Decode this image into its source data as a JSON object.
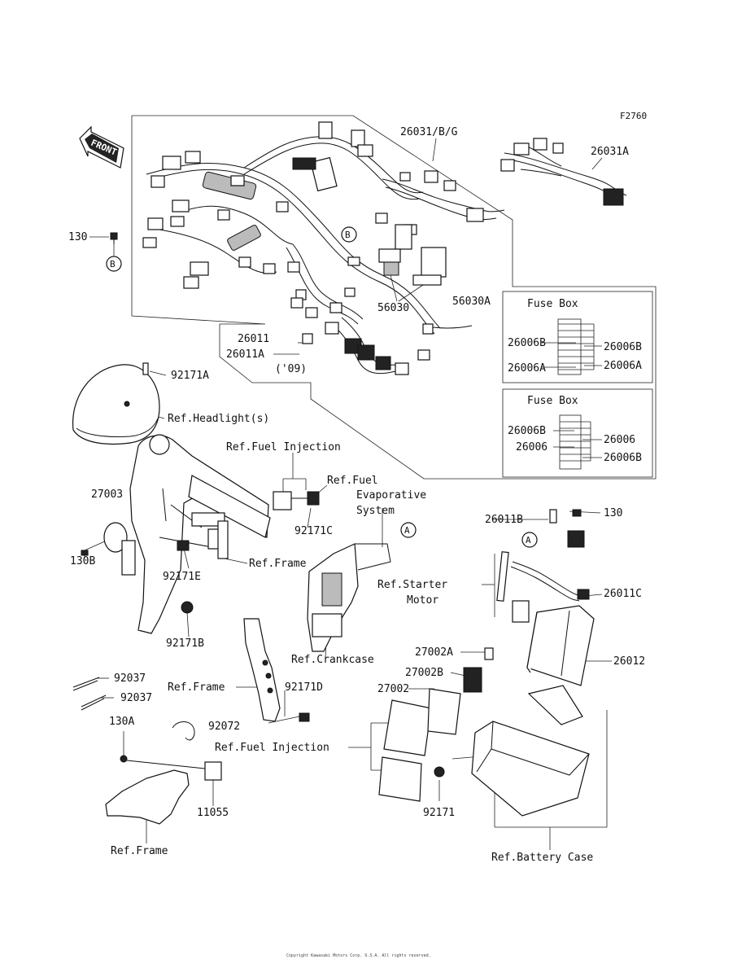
{
  "figure_id": "F2760",
  "front_label": "FRONT",
  "circle_a": "A",
  "circle_b": "B",
  "labels": {
    "p26031bg": "26031/B/G",
    "p26031a": "26031A",
    "p130": "130",
    "p56030": "56030",
    "p56030a": "56030A",
    "p26011": "26011",
    "p26011a": "26011A",
    "p09": "('09)",
    "p92171a": "92171A",
    "ref_headlight": "Ref.Headlight(s)",
    "ref_fuel_injection_1": "Ref.Fuel Injection",
    "ref_fuel_evap_1": "Ref.Fuel",
    "ref_fuel_evap_2": "Evaporative",
    "ref_fuel_evap_3": "System",
    "p27003": "27003",
    "p92171c": "92171C",
    "p130b": "130B",
    "p92171e": "92171E",
    "ref_frame_1": "Ref.Frame",
    "p92171b": "92171B",
    "ref_starter_1": "Ref.Starter",
    "ref_starter_2": "Motor",
    "p26011b": "26011B",
    "p130d": "130",
    "p26011c": "26011C",
    "p26012": "26012",
    "ref_crankcase": "Ref.Crankcase",
    "p27002a": "27002A",
    "p27002b": "27002B",
    "p27002": "27002",
    "p92037a": "92037",
    "p92037b": "92037",
    "ref_frame_2": "Ref.Frame",
    "p92171d": "92171D",
    "p92072": "92072",
    "p130a": "130A",
    "ref_fuel_injection_2": "Ref.Fuel Injection",
    "p11055": "11055",
    "ref_frame_3": "Ref.Frame",
    "p92171": "92171",
    "ref_battery_case": "Ref.Battery Case"
  },
  "fuse_box_1": {
    "title": "Fuse Box",
    "left_top": "26006B",
    "left_bottom": "26006A",
    "right_top": "26006B",
    "right_bottom": "26006A"
  },
  "fuse_box_2": {
    "title": "Fuse Box",
    "left_top": "26006B",
    "left_bottom": "26006",
    "right_top": "26006",
    "right_bottom": "26006B"
  },
  "copyright": "Copyright Kawasaki Motors Corp. U.S.A. All rights reserved."
}
